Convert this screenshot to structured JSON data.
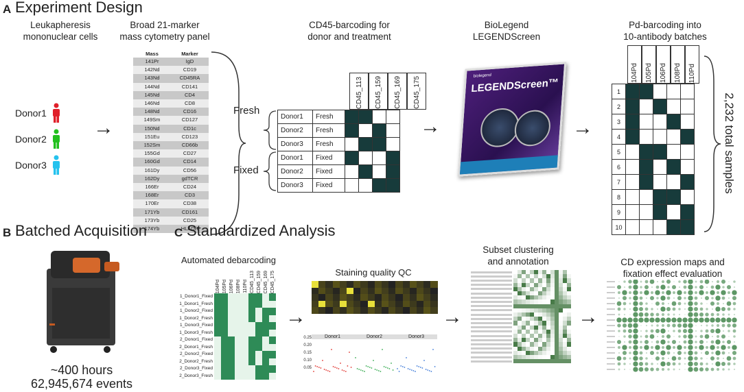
{
  "sectionA": {
    "letter": "A",
    "title": "Experiment Design"
  },
  "sectionB": {
    "letter": "B",
    "title": "Batched Acquisition"
  },
  "sectionC": {
    "letter": "C",
    "title": "Standardized Analysis"
  },
  "cells": {
    "line1": "Leukapheresis",
    "line2": "mononuclear cells"
  },
  "panel": {
    "line1": "Broad 21-marker",
    "line2": "mass cytometry panel",
    "col_mass": "Mass",
    "col_marker": "Marker",
    "rows": [
      [
        "141Pr",
        "IgD"
      ],
      [
        "142Nd",
        "CD19"
      ],
      [
        "143Nd",
        "CD45RA"
      ],
      [
        "144Nd",
        "CD141"
      ],
      [
        "145Nd",
        "CD4"
      ],
      [
        "146Nd",
        "CD8"
      ],
      [
        "148Nd",
        "CD16"
      ],
      [
        "149Sm",
        "CD127"
      ],
      [
        "150Nd",
        "CD1c"
      ],
      [
        "151Eu",
        "CD123"
      ],
      [
        "152Sm",
        "CD66b"
      ],
      [
        "155Gd",
        "CD27"
      ],
      [
        "160Gd",
        "CD14"
      ],
      [
        "161Dy",
        "CD56"
      ],
      [
        "162Dy",
        "gdTCR"
      ],
      [
        "166Er",
        "CD24"
      ],
      [
        "168Er",
        "CD3"
      ],
      [
        "170Er",
        "CD38"
      ],
      [
        "171Yb",
        "CD161"
      ],
      [
        "173Yb",
        "CD25"
      ],
      [
        "174Yb",
        "HLADR"
      ]
    ]
  },
  "donors": [
    "Donor1",
    "Donor2",
    "Donor3"
  ],
  "donor_colors": [
    "#e0202a",
    "#22c01e",
    "#25c2ee"
  ],
  "cd45": {
    "line1": "CD45-barcoding for",
    "line2": "donor and treatment",
    "columns": [
      "CD45_113",
      "CD45_159",
      "CD45_169",
      "CD45_175"
    ],
    "fresh_label": "Fresh",
    "fixed_label": "Fixed",
    "rows": [
      {
        "donor": "Donor1",
        "treat": "Fresh",
        "cells": [
          1,
          1,
          0,
          0
        ]
      },
      {
        "donor": "Donor2",
        "treat": "Fresh",
        "cells": [
          1,
          0,
          1,
          0
        ]
      },
      {
        "donor": "Donor3",
        "treat": "Fresh",
        "cells": [
          0,
          1,
          1,
          0
        ]
      },
      {
        "donor": "Donor1",
        "treat": "Fixed",
        "cells": [
          1,
          0,
          0,
          1
        ]
      },
      {
        "donor": "Donor2",
        "treat": "Fixed",
        "cells": [
          0,
          1,
          0,
          1
        ]
      },
      {
        "donor": "Donor3",
        "treat": "Fixed",
        "cells": [
          0,
          0,
          1,
          1
        ]
      }
    ]
  },
  "legend_screen": {
    "line1": "BioLegend",
    "line2": "LEGENDScreen",
    "box_text": "LEGENDScreen™",
    "brand": "biolegend"
  },
  "pd": {
    "line1": "Pd-barcoding into",
    "line2": "10-antibody batches",
    "columns": [
      "104Pd",
      "105Pd",
      "106Pd",
      "108Pd",
      "110Pd"
    ],
    "rows": [
      {
        "n": "1",
        "cells": [
          1,
          1,
          0,
          0,
          0
        ]
      },
      {
        "n": "2",
        "cells": [
          1,
          0,
          1,
          0,
          0
        ]
      },
      {
        "n": "3",
        "cells": [
          1,
          0,
          0,
          1,
          0
        ]
      },
      {
        "n": "4",
        "cells": [
          1,
          0,
          0,
          0,
          1
        ]
      },
      {
        "n": "5",
        "cells": [
          0,
          1,
          1,
          0,
          0
        ]
      },
      {
        "n": "6",
        "cells": [
          0,
          1,
          0,
          1,
          0
        ]
      },
      {
        "n": "7",
        "cells": [
          0,
          1,
          0,
          0,
          1
        ]
      },
      {
        "n": "8",
        "cells": [
          0,
          0,
          1,
          1,
          0
        ]
      },
      {
        "n": "9",
        "cells": [
          0,
          0,
          1,
          0,
          1
        ]
      },
      {
        "n": "10",
        "cells": [
          0,
          0,
          0,
          1,
          1
        ]
      }
    ]
  },
  "total": "2,232 total samples",
  "acquisition": {
    "hours": "~400 hours",
    "events": "62,945,674 events"
  },
  "analysis": {
    "debarcode": {
      "title": "Automated debarcoding",
      "cols": [
        "104Pd",
        "105Pd",
        "106Pd",
        "108Pd",
        "110Pd",
        "CD45_113",
        "CD45_159",
        "CD45_169",
        "CD45_175"
      ],
      "rows": [
        "1_Donor1_Fixed",
        "1_Donor1_Fresh",
        "1_Donor2_Fixed",
        "1_Donor2_Fresh",
        "1_Donor3_Fixed",
        "1_Donor3_Fresh",
        "2_Donor1_Fixed",
        "2_Donor1_Fresh",
        "2_Donor2_Fixed",
        "2_Donor2_Fresh",
        "2_Donor3_Fixed",
        "2_Donor3_Fresh"
      ]
    },
    "qc": {
      "title": "Staining quality QC",
      "groups": [
        "Donor1",
        "Donor2",
        "Donor3"
      ],
      "yticks": [
        "0.25",
        "0.20",
        "0.15",
        "0.10",
        "0.05"
      ]
    },
    "cluster": {
      "line1": "Subset clustering",
      "line2": "and annotation"
    },
    "cdmap": {
      "line1": "CD expression maps and",
      "line2": "fixation effect evaluation"
    }
  }
}
